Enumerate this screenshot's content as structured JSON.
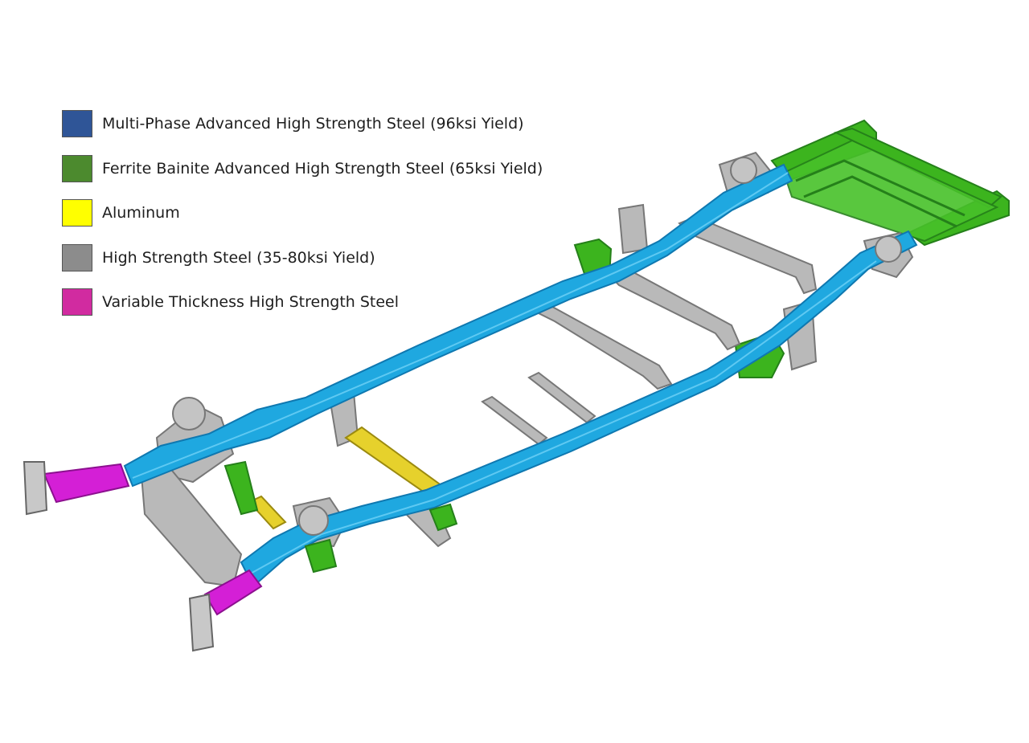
{
  "legend": {
    "items": [
      {
        "label": "Multi-Phase Advanced High Strength Steel (96ksi Yield)",
        "color": "#2f5597"
      },
      {
        "label": "Ferrite Bainite Advanced High Strength Steel (65ksi Yield)",
        "color": "#4c8a2e"
      },
      {
        "label": "Aluminum",
        "color": "#ffff00"
      },
      {
        "label": "High Strength Steel (35-80ksi Yield)",
        "color": "#8c8c8c"
      },
      {
        "label": "Variable Thickness High Strength Steel",
        "color": "#d12ba0"
      }
    ]
  },
  "render_colors": {
    "rail_blue": "#1fa8e0",
    "rail_blue_dark": "#0f78b0",
    "green": "#3cb41e",
    "green_dark": "#25801a",
    "yellow": "#e6d12c",
    "gray": "#b4b4b4",
    "gray_dark": "#7a7a7a",
    "magenta": "#d41fd6"
  }
}
